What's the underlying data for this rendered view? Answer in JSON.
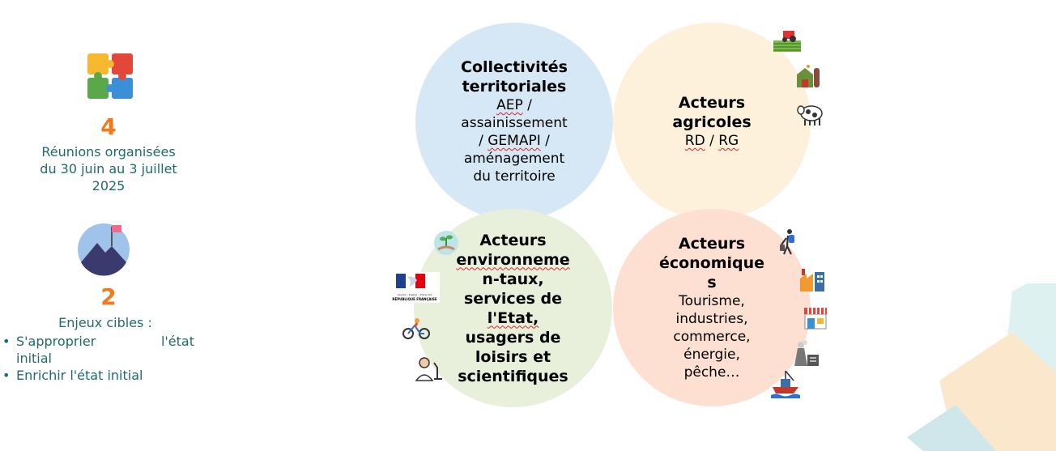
{
  "stats": [
    {
      "number": "4",
      "lines": [
        "Réunions organisées",
        "du 30 juin au 3 juillet",
        "2025"
      ]
    },
    {
      "number": "2",
      "heading": "Enjeux cibles :",
      "bullets": [
        [
          "S'approprier",
          "l'état",
          "initial"
        ],
        [
          "Enrichir l'état initial"
        ]
      ]
    }
  ],
  "circles": {
    "collectivites": {
      "title": [
        "Collectivités",
        "territoriales"
      ],
      "body": [
        "AEP",
        " /",
        "assainissement",
        "/ ",
        "GEMAPI",
        " /",
        "aménagement",
        "du territoire"
      ]
    },
    "agricoles": {
      "title": [
        "Acteurs",
        "agricoles"
      ],
      "body": [
        "RD",
        " / ",
        "RG"
      ]
    },
    "environnementaux": {
      "title": [
        "Acteurs",
        "environneme",
        "n-taux,",
        "services de",
        "l'Etat,",
        "usagers de",
        "loisirs et",
        "scientifiques"
      ]
    },
    "economiques": {
      "title": [
        "Acteurs",
        "économique",
        "s"
      ],
      "body": [
        "Tourisme,",
        "industries,",
        "commerce,",
        "énergie,",
        "pêche…"
      ]
    }
  },
  "colors": {
    "orange": "#f07a1e",
    "teal": "#1f6b6b",
    "circle_blue": "#d6e7f5",
    "circle_cream": "#fdf1dc",
    "circle_green": "#e8f0dc",
    "circle_peach": "#fde0d2"
  },
  "icons": [
    "puzzle-icon",
    "mountain-flag-icon",
    "tractor-field-icon",
    "farm-silo-icon",
    "cow-icon",
    "plant-hand-icon",
    "marianne-logo",
    "cyclist-icon",
    "scientist-microscope-icon",
    "hiker-icon",
    "factory-icon",
    "shop-icon",
    "power-plant-icon",
    "fishing-boat-icon"
  ],
  "logo_text": {
    "marianne": [
      "Liberté • Égalité • Fraternité",
      "RÉPUBLIQUE FRANÇAISE"
    ]
  }
}
